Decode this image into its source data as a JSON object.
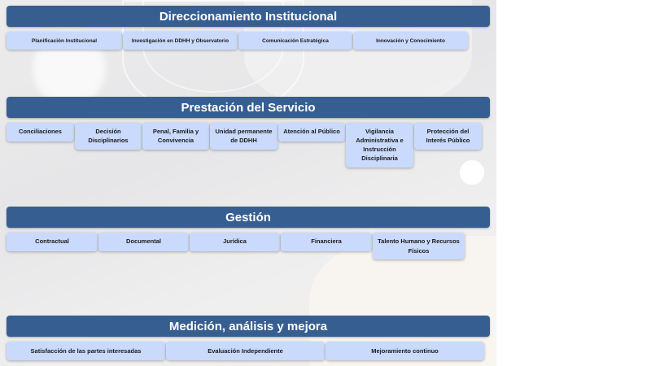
{
  "sections": [
    {
      "title": "Direccionamiento Institucional",
      "items": [
        "Planificación Institucional",
        "Investigación en DDHH y Observatorio",
        "Comunicación Estratégica",
        "Innovación y Conocimiento"
      ]
    },
    {
      "title": "Prestación del Servicio",
      "items": [
        "Conciliaciones",
        "Decisión Disciplinarios",
        "Penal, Familia y Convivencia",
        "Unidad permanente de DDHH",
        "Atención al Público",
        "Vigilancia Administrativa e Instrucción Disciplinaria",
        "Protección del Interés Público"
      ]
    },
    {
      "title": "Gestión",
      "items": [
        "Contractual",
        "Documental",
        "Jurídica",
        "Financiera",
        "Talento Humano y Recursos Físicos"
      ]
    },
    {
      "title": "Medición, análisis y mejora",
      "items": [
        "Satisfacción de las partes interesadas",
        "Evaluación Independiente",
        "Mejoramiento continuo"
      ]
    }
  ],
  "colors": {
    "header": "#375e91",
    "item": "#c9dafc"
  }
}
